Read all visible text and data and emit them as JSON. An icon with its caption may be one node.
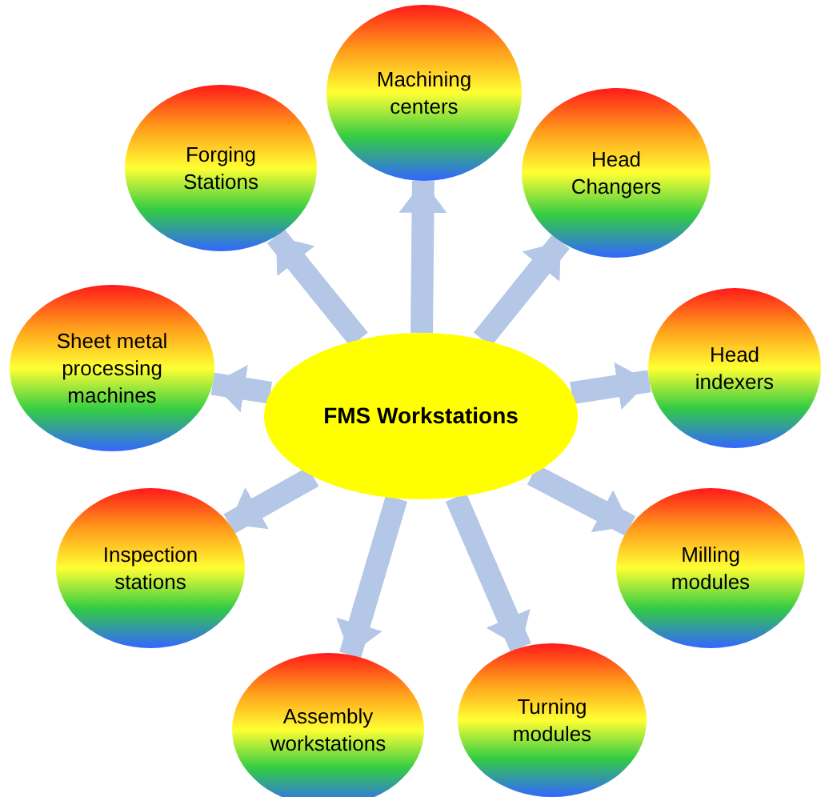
{
  "diagram": {
    "nodes": [
      {
        "text": [
          "FMS Workstations"
        ]
      },
      {
        "text": [
          "Machining centers"
        ]
      },
      {
        "text": [
          "Head Changers"
        ]
      },
      {
        "text": [
          "Head indexers"
        ]
      },
      {
        "text": [
          "Milling modules"
        ]
      },
      {
        "text": [
          "Turning modules"
        ]
      },
      {
        "text": [
          "Assembly workstations"
        ]
      },
      {
        "text": [
          "Inspection stations"
        ]
      },
      {
        "text": [
          "Sheet metal processing machines"
        ]
      },
      {
        "text": [
          "Forging Stations"
        ]
      }
    ],
    "edges": [
      {
        "from": 0,
        "to": 1,
        "arrow": "to"
      },
      {
        "from": 0,
        "to": 2,
        "arrow": "to"
      },
      {
        "from": 0,
        "to": 3,
        "arrow": "to"
      },
      {
        "from": 0,
        "to": 4,
        "arrow": "to"
      },
      {
        "from": 0,
        "to": 5,
        "arrow": "to"
      },
      {
        "from": 0,
        "to": 6,
        "arrow": "to"
      },
      {
        "from": 0,
        "to": 7,
        "arrow": "to"
      },
      {
        "from": 0,
        "to": 8,
        "arrow": "to"
      },
      {
        "from": 0,
        "to": 9,
        "arrow": "to"
      }
    ]
  }
}
